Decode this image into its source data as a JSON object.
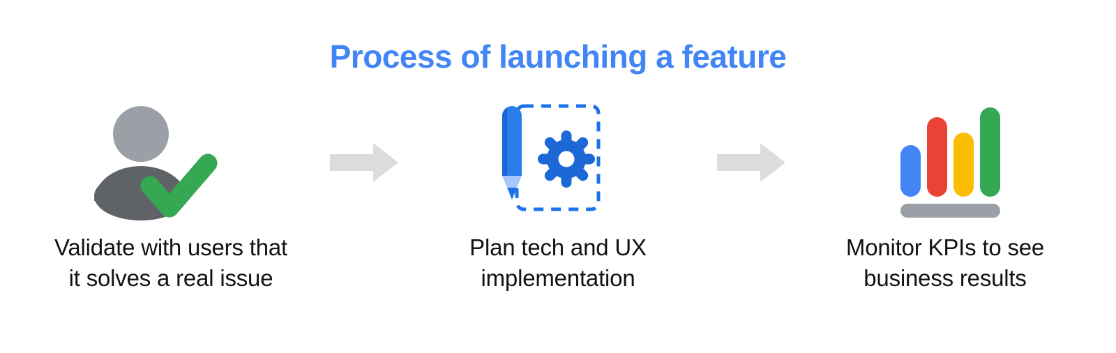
{
  "slide": {
    "title": "Process of launching a feature",
    "background_color": "#FFFFFF",
    "title_color": "#4285F4",
    "caption_color": "#121212"
  },
  "palette": {
    "blue": "#4285F4",
    "red": "#EA4335",
    "yellow": "#FBBC04",
    "green": "#34A853",
    "gray_light": "#9AA0A6",
    "gray_dark": "#5F6368",
    "arrow_gray": "#DCDCDC",
    "pencil_blue_dark": "#1967D2",
    "pencil_blue": "#2B7DE9",
    "pencil_tip_light": "#A8C7FA",
    "gear_blue": "#1B68D6",
    "dash_blue": "#1A73E8"
  },
  "steps": [
    {
      "index": 1,
      "icon_name": "user-validated-icon",
      "icon_parts": [
        "user-head",
        "user-body",
        "green-checkmark"
      ],
      "caption": "Validate with users that\nit solves a real issue"
    },
    {
      "index": 2,
      "icon_name": "design-plan-icon",
      "icon_parts": [
        "pencil",
        "gear",
        "dashed-frame"
      ],
      "caption": "Plan tech and UX\nimplementation"
    },
    {
      "index": 3,
      "icon_name": "bar-chart-icon",
      "icon_parts": [
        "bar-blue",
        "bar-red",
        "bar-yellow",
        "bar-green",
        "baseline"
      ],
      "caption": "Monitor KPIs to see\nbusiness results"
    }
  ],
  "connectors": [
    {
      "index": 1,
      "icon_name": "arrow-right-icon",
      "color": "#DCDCDC"
    },
    {
      "index": 2,
      "icon_name": "arrow-right-icon",
      "color": "#DCDCDC"
    }
  ],
  "chart_data": {
    "type": "bar",
    "title": "",
    "categories": [
      "1",
      "2",
      "3",
      "4"
    ],
    "values": [
      52,
      88,
      68,
      100
    ],
    "colors": [
      "#4285F4",
      "#EA4335",
      "#FBBC04",
      "#34A853"
    ],
    "xlabel": "",
    "ylabel": "",
    "ylim": [
      0,
      100
    ],
    "grid": false,
    "legend": "none"
  }
}
